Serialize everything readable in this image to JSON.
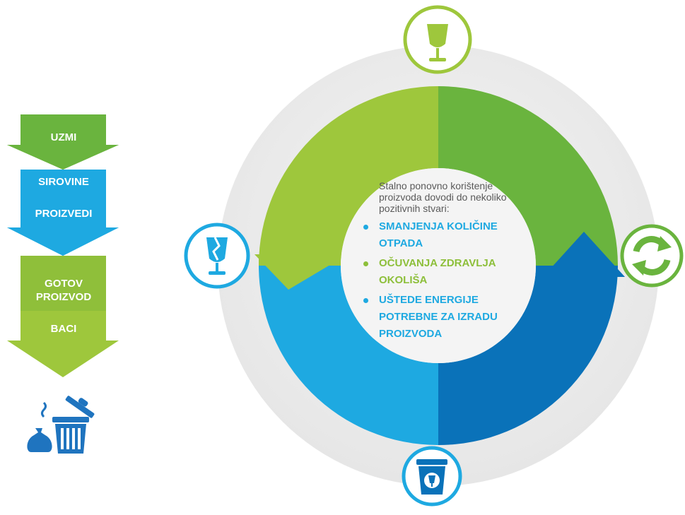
{
  "colors": {
    "green_dark": "#6ab43e",
    "green_light": "#9ec73c",
    "blue_light": "#1ea9e1",
    "blue_dark": "#0a72b9",
    "text_gray": "#5a5a5a"
  },
  "linear": {
    "steps": [
      "UZMI",
      "SIROVINE",
      "PROIZVEDI",
      "GOTOV\nPROIZVOD",
      "BACI"
    ]
  },
  "cycle": {
    "intro": "Stalno ponovno korištenje proizvoda dovodi do nekoliko pozitivnih stvari:",
    "benefits": [
      {
        "text": "SMANJENJA KOLIČINE OTPADA",
        "color": "#1ea9e1"
      },
      {
        "text": "OČUVANJA ZDRAVLJA OKOLIŠA",
        "color": "#8dbf3a"
      },
      {
        "text": "UŠTEDE ENERGIJE POTREBNE ZA IZRADU PROIZVODA",
        "color": "#1ea9e1"
      }
    ],
    "icons": [
      "glass-icon",
      "recycle-icon",
      "recycle-bin-icon",
      "broken-glass-icon",
      "trash-can-icon"
    ]
  }
}
